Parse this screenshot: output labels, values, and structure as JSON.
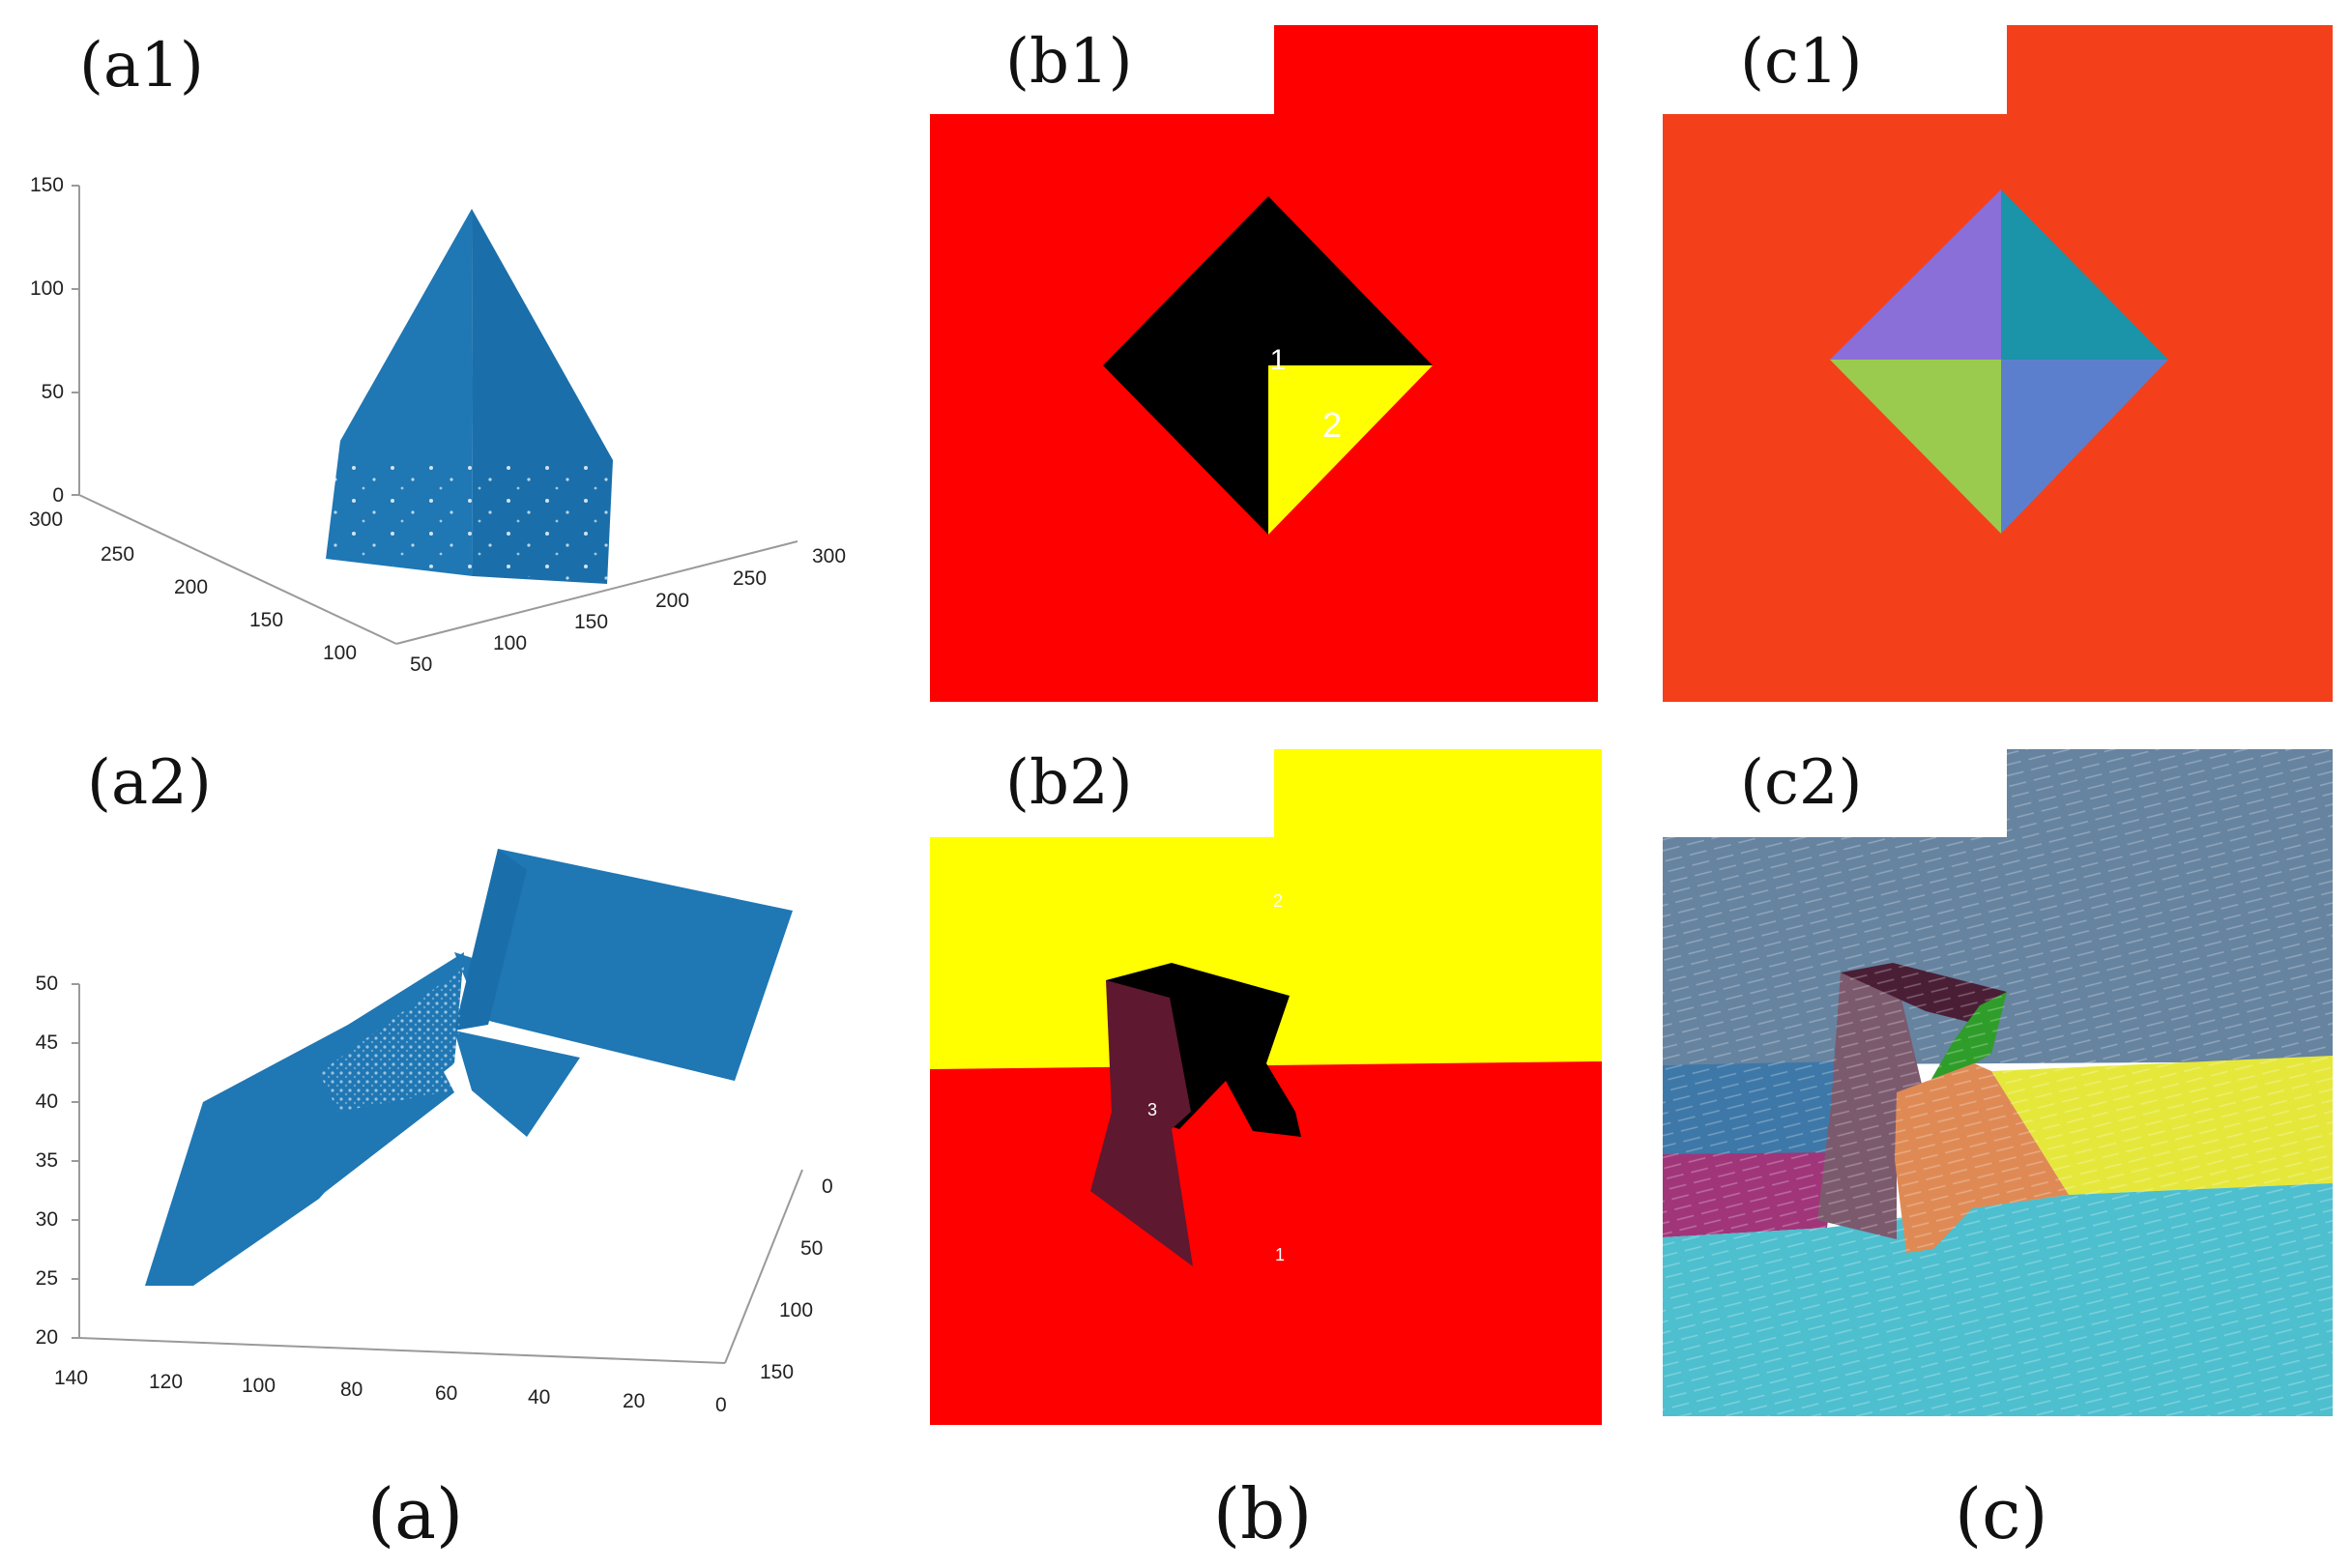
{
  "panels": {
    "a1": {
      "label": "(a1)",
      "ticks": {
        "z": [
          "0",
          "50",
          "100",
          "150"
        ],
        "left": [
          "300",
          "250",
          "200",
          "150",
          "100"
        ],
        "right": [
          "50",
          "100",
          "150",
          "200",
          "250",
          "300"
        ]
      }
    },
    "a2": {
      "label": "(a2)",
      "ticks": {
        "z": [
          "20",
          "25",
          "30",
          "35",
          "40",
          "45",
          "50"
        ],
        "x": [
          "140",
          "120",
          "100",
          "80",
          "60",
          "40",
          "20",
          "0"
        ],
        "y": [
          "0",
          "50",
          "100",
          "150"
        ]
      }
    },
    "b1": {
      "label": "(b1)",
      "region_marks": [
        "1",
        "2"
      ]
    },
    "b2": {
      "label": "(b2)",
      "region_marks": [
        "2",
        "3",
        "1"
      ]
    },
    "c1": {
      "label": "(c1)"
    },
    "c2": {
      "label": "(c2)"
    }
  },
  "captions": {
    "a": "(a)",
    "b": "(b)",
    "c": "(c)"
  },
  "colors": {
    "point_cloud": "#1f77b4",
    "b_red": "#fe0000",
    "b_black": "#000000",
    "b_yellow": "#ffff00",
    "b_maroon": "#5e1830",
    "c_orange": "#f4401a",
    "c_purple": "#8a6fd9",
    "c_teal": "#1b93a8",
    "c_green": "#9acb4e",
    "c_blue": "#5c7fcd",
    "c2_slate": "#6683a0",
    "c2_steel": "#3d78a8",
    "c2_magenta": "#a1357a",
    "c2_cyan": "#4dbfcf",
    "c2_yellow": "#e5e83b",
    "c2_mauve": "#7c5a6e",
    "c2_plum": "#4a1f36",
    "c2_orange": "#df8a55",
    "c2_leaf": "#2f9d2a"
  }
}
